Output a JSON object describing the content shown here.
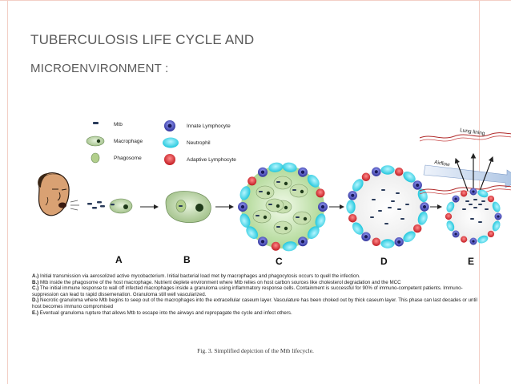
{
  "slide": {
    "title_line1": "Tuberculosis life cycle and",
    "title_line2": "microenvironment :"
  },
  "colors": {
    "title": "#595959",
    "frame": "#f3cfc6",
    "macrophage": "#b5cfa0",
    "innate_lymphocyte": "#3c3fa8",
    "neutrophil": "#2ed0e0",
    "adaptive_lymphocyte": "#d8262c",
    "granuloma_fill": "#d9efc4"
  },
  "legend": {
    "mtb": "Mtb",
    "macrophage": "Macrophage",
    "phagosome": "Phagosome",
    "innate": "Innate Lymphocyte",
    "neutrophil": "Neutrophil",
    "adaptive": "Adaptive Lymphocyte"
  },
  "labels": {
    "lung_lining": "Lung lining",
    "airflow": "Airflow",
    "stages": [
      "A",
      "B",
      "C",
      "D",
      "E"
    ]
  },
  "captions": [
    {
      "key": "A.)",
      "text": " Initial transmission via aerosolized active mycobacterium. Initial bacterial load met by macrophages and phagocytosis occurs to quell the infection."
    },
    {
      "key": "B.)",
      "text": " Mtb inside the phagosome of the host macrophage. Nutrient deplete environment where Mtb relies on host carbon sources like cholesterol degradation and the MCC"
    },
    {
      "key": "C.)",
      "text": " The initial immune response to wall off infected macrophages inside a granuloma using inflammatory response cells. Containment is successful for 90% of immuno-competent patients. Immuno-suppression can lead to rapid dissemenation. Granuloma still well vascularized."
    },
    {
      "key": "D.)",
      "text": " Necrotic granuloma where Mtb begins to seep out of the macrophages into the extracellular caseum layer. Vasculature has been choked out by thick caseum layer. This phase can last decades or until host becomes immuno compromised"
    },
    {
      "key": "E.)",
      "text": " Eventual granuloma rupture that allows Mtb to escape into the airways and repropagate the cycle and infect others."
    }
  ],
  "figure_caption": "Fig. 3. Simplified depiction of the Mtb lifecycle."
}
